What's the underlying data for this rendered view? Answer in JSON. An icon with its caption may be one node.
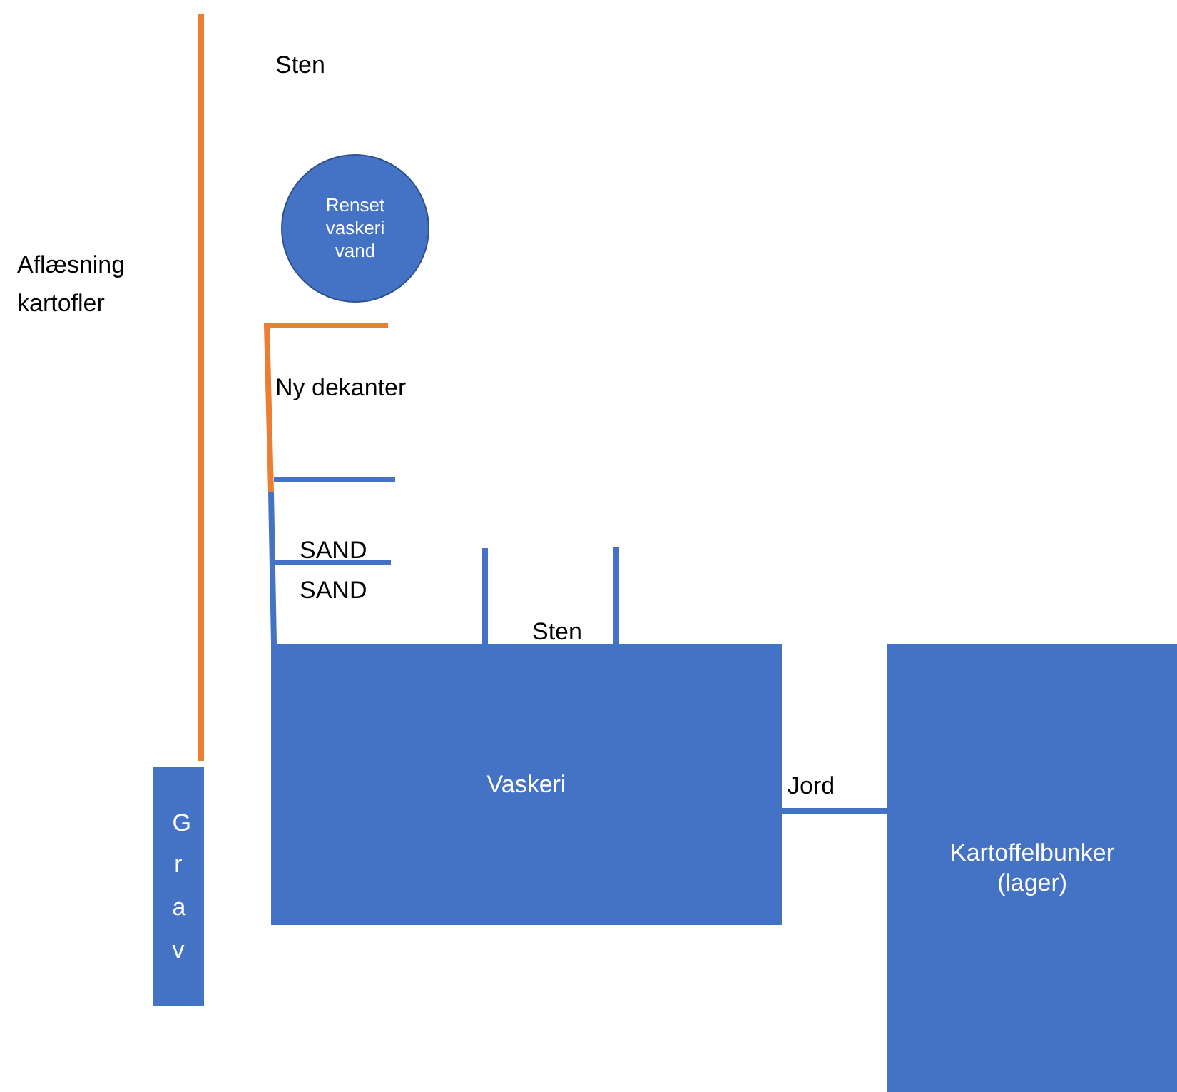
{
  "diagram": {
    "nodes": [
      {
        "text": [
          "Grav"
        ]
      },
      {
        "text": [
          "Vaskeri"
        ]
      },
      {
        "text": [
          "Kartoffelbunker (lager)"
        ]
      },
      {
        "text": [
          "Renset vaskeri vand"
        ]
      }
    ],
    "edges": [
      {
        "from": 1,
        "to": 2,
        "arrow": "none",
        "label": "Jord"
      },
      {
        "from": null,
        "to": 0,
        "arrow": "none",
        "color": "#ed7d31"
      }
    ],
    "labels": [
      "Sten",
      "Aflæsning kartofler",
      "Ny dekanter",
      "SAND",
      "SAND",
      "Sten"
    ]
  }
}
